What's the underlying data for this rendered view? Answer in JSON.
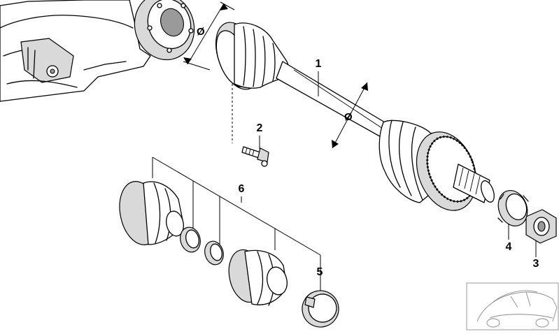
{
  "diagram": {
    "callouts": {
      "c1": "1",
      "c2": "2",
      "c3": "3",
      "c4": "4",
      "c5": "5",
      "c6": "6"
    },
    "diameter_symbol": "Ø",
    "colors": {
      "line": "#000000",
      "shade": "#d9d9d9",
      "dark_shade": "#9a9a9a",
      "background": "#ffffff"
    }
  }
}
